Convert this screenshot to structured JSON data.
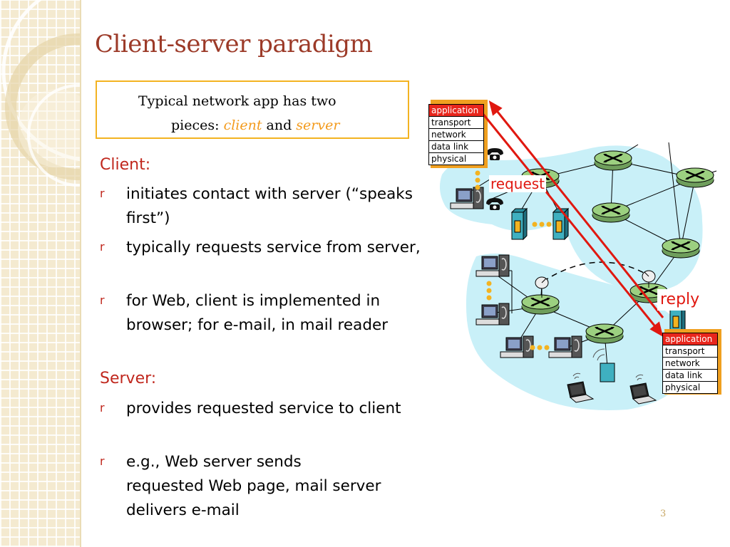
{
  "title": "Client-server paradigm",
  "intro": {
    "line1": "Typical network app has two",
    "line2_prefix": "pieces: ",
    "client_word": "client",
    "and_word": " and ",
    "server_word": "server"
  },
  "client_heading": "Client:",
  "client_bullets": [
    "initiates contact with server (“speaks first”)",
    "typically requests service from server,",
    "for Web, client is implemented in browser; for e-mail, in mail reader"
  ],
  "server_heading": "Server:",
  "server_bullets": [
    "provides requested service to client",
    "e.g., Web server sends requested Web page, mail server delivers e-mail"
  ],
  "bullet_marker": "r",
  "page_number": "3",
  "diagram": {
    "client_stack": [
      "application",
      "transport",
      "network",
      "data link",
      "physical"
    ],
    "server_stack": [
      "application",
      "transport",
      "network",
      "data link",
      "physical"
    ],
    "request_label": "request",
    "reply_label": "reply",
    "icons": [
      "router-icon",
      "desktop-computer-icon",
      "laptop-icon",
      "telephone-icon",
      "satellite-dish-icon",
      "server-tower-icon"
    ]
  },
  "colors": {
    "title": "#9c3a28",
    "heading": "#c0271d",
    "accent": "#f39a1b",
    "arrow": "#e01810",
    "network_region": "#c9f0f8",
    "router": "#8fc37a"
  }
}
